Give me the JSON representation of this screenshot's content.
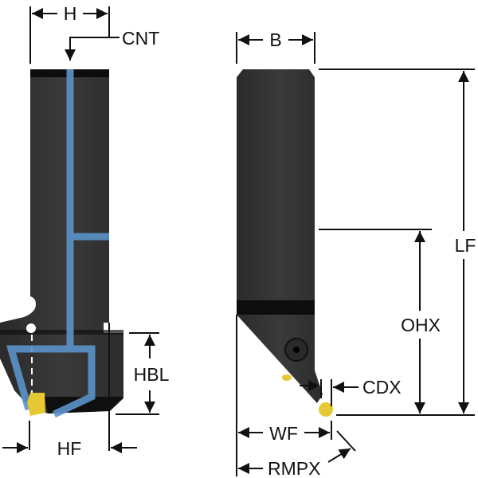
{
  "colors": {
    "body": "#333333",
    "band": "#0d0d0d",
    "coolant": "#5b93c9",
    "insert": "#e6c832",
    "dimension": "#111111"
  },
  "left_view": {
    "labels": {
      "h": "H",
      "cnt": "CNT",
      "hbl": "HBL",
      "hf": "HF"
    }
  },
  "right_view": {
    "labels": {
      "b": "B",
      "lf": "LF",
      "ohx": "OHX",
      "cdx": "CDX",
      "wf": "WF",
      "rmpx": "RMPX"
    }
  }
}
